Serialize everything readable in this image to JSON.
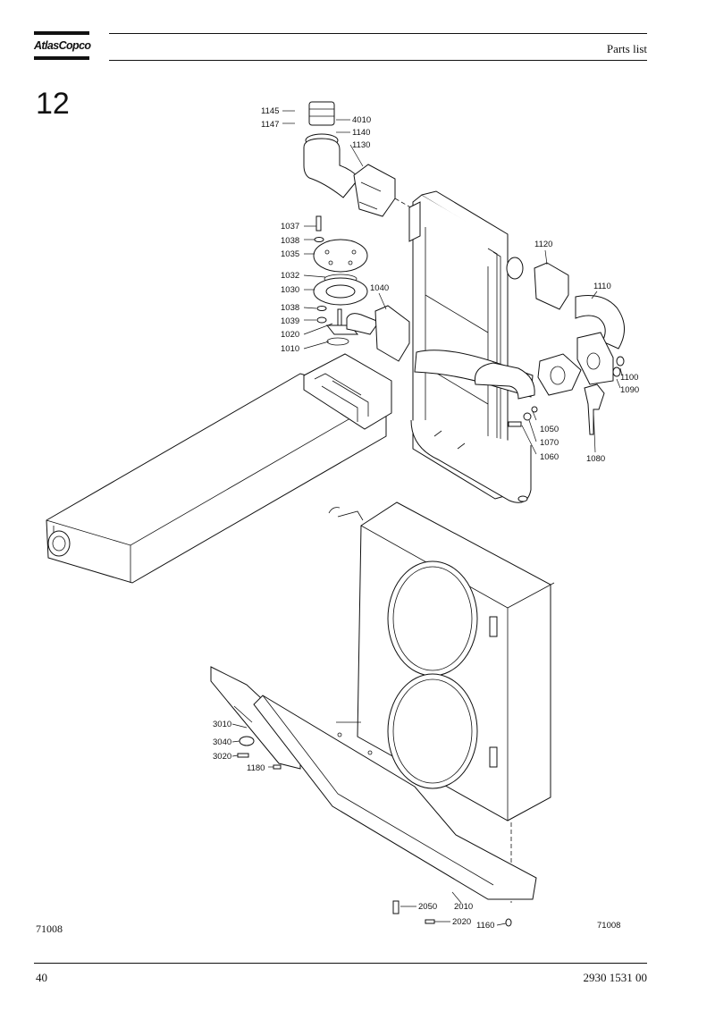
{
  "header": {
    "brand": "AtlasCopco",
    "title": "Parts list"
  },
  "section_number": "12",
  "figure": {
    "id_left": "71008",
    "id_right": "71008",
    "callouts": [
      "1145",
      "1147",
      "4010",
      "1140",
      "1130",
      "1037",
      "1038",
      "1035",
      "1032",
      "1030",
      "1038",
      "1039",
      "1020",
      "1010",
      "1040",
      "1120",
      "1110",
      "1100",
      "1090",
      "1050",
      "1070",
      "1060",
      "1080",
      "3010",
      "3040",
      "3020",
      "1180",
      "2050",
      "2010",
      "2020",
      "1160"
    ]
  },
  "footer": {
    "page": "40",
    "doc_number": "2930 1531 00"
  }
}
